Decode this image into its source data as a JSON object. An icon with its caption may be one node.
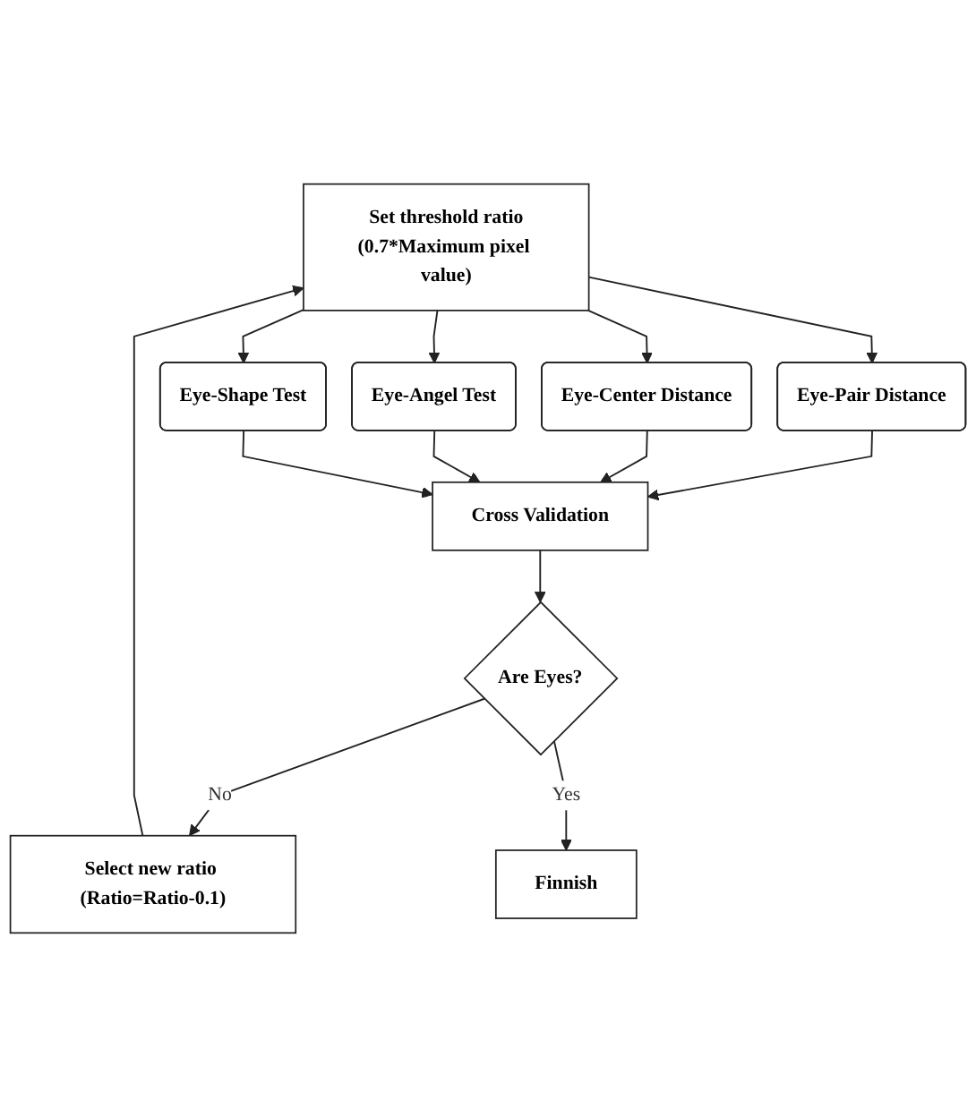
{
  "diagram": {
    "nodes": [
      {
        "text": [
          "Set threshold ratio",
          "(0.7*Maximum pixel value)"
        ]
      },
      {
        "text": [
          "Eye-Pair Distance"
        ]
      },
      {
        "text": [
          "Eye-Center Distance"
        ]
      },
      {
        "text": [
          "Eye-Angel Test"
        ]
      },
      {
        "text": [
          "Eye-Shape Test"
        ]
      },
      {
        "text": [
          "Cross Validation"
        ]
      },
      {
        "text": [
          "Are Eyes?"
        ]
      },
      {
        "text": [
          "Select new ratio (Ratio=Ratio-0.1)"
        ]
      },
      {
        "text": [
          "Finnish"
        ]
      }
    ],
    "edges": [
      {
        "from": 0,
        "to": 1,
        "arrow": "to"
      },
      {
        "from": 0,
        "to": 2,
        "arrow": "to"
      },
      {
        "from": 0,
        "to": 3,
        "arrow": "to"
      },
      {
        "from": 0,
        "to": 4,
        "arrow": "to"
      },
      {
        "from": 1,
        "to": 5,
        "arrow": "to"
      },
      {
        "from": 2,
        "to": 5,
        "arrow": "to"
      },
      {
        "from": 3,
        "to": 5,
        "arrow": "to"
      },
      {
        "from": 4,
        "to": 5,
        "arrow": "to"
      },
      {
        "from": 5,
        "to": 6,
        "arrow": "to"
      },
      {
        "from": 6,
        "to": 7,
        "label": "No",
        "arrow": "to"
      },
      {
        "from": 7,
        "to": 0,
        "arrow": "to"
      },
      {
        "from": 6,
        "to": 8,
        "label": "Yes",
        "arrow": "to"
      }
    ]
  }
}
